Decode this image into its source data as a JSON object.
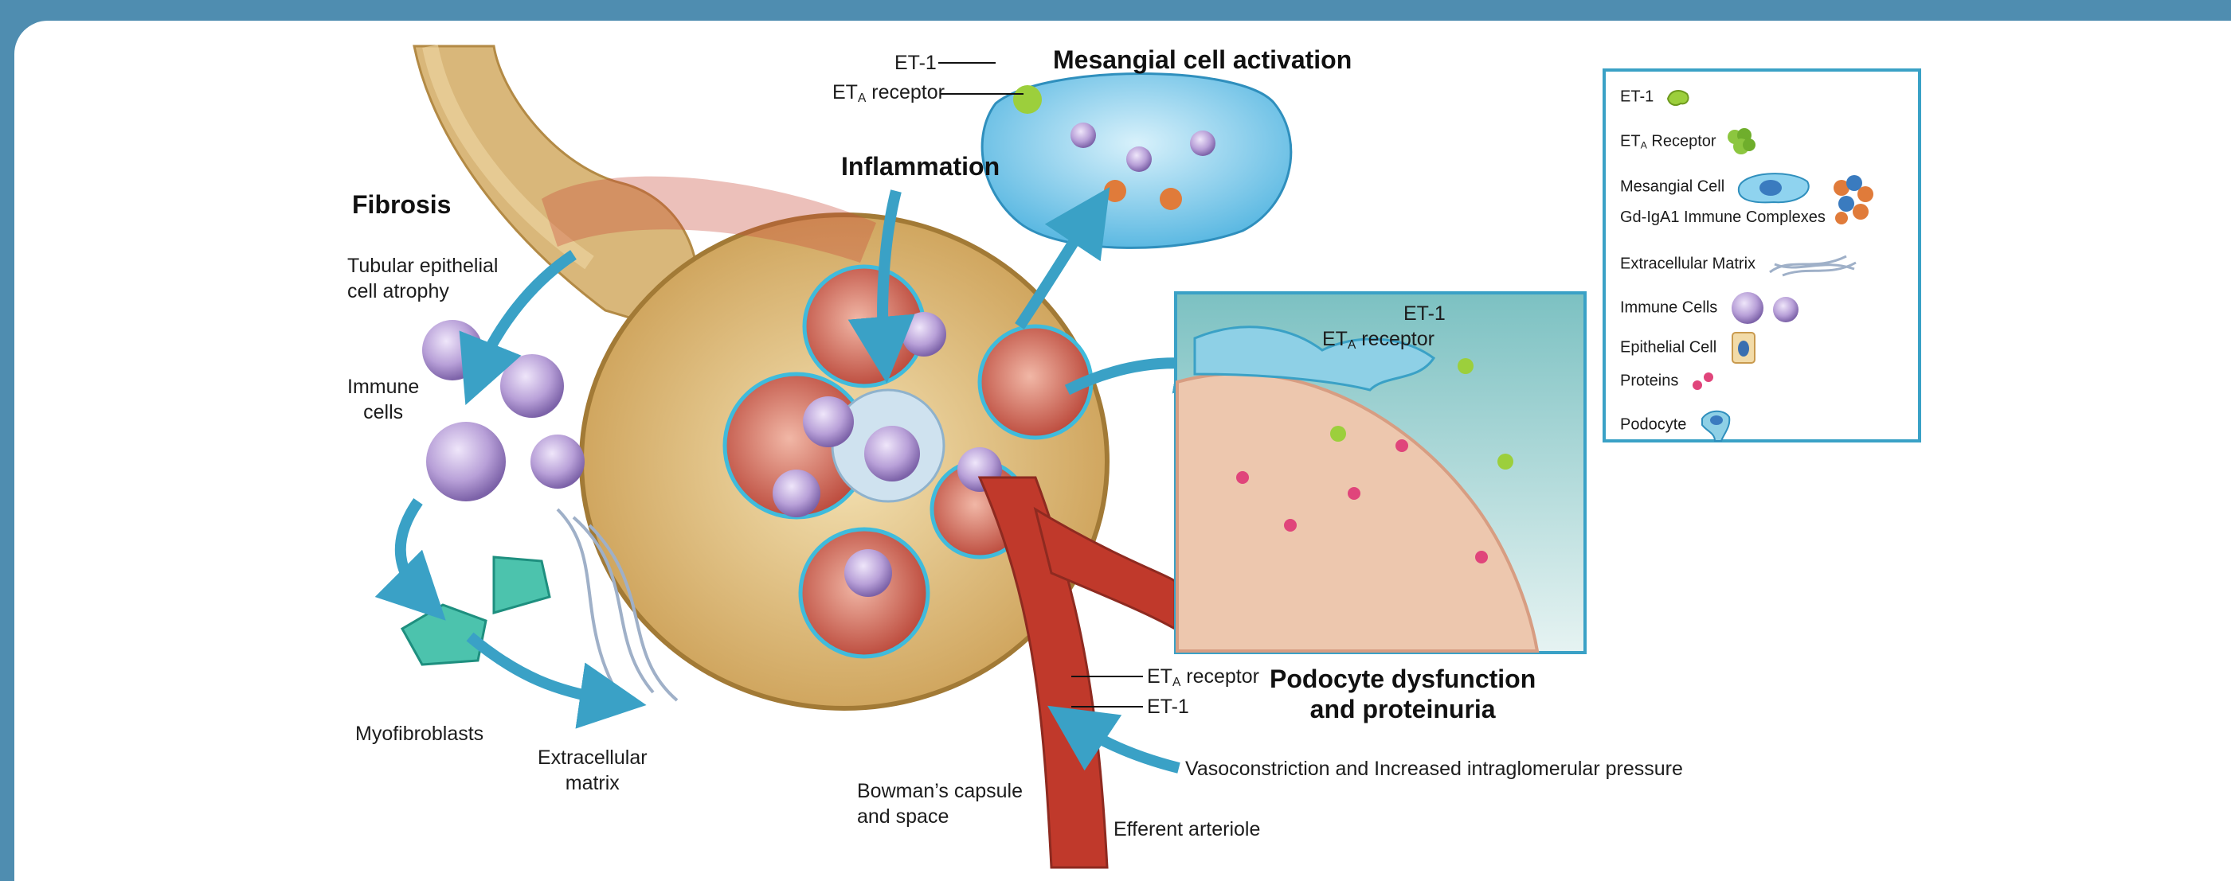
{
  "labels": {
    "mesangial_title": "Mesangial cell activation",
    "et1_top": "ET-1",
    "eta_top_prefix": "ET",
    "eta_top_sub": "A",
    "eta_top_suffix": " receptor",
    "inflammation_title": "Inflammation",
    "fibrosis_title": "Fibrosis",
    "tubular_atrophy": "Tubular epithelial cell atrophy",
    "tubular_atrophy_l1": "Tubular epithelial",
    "tubular_atrophy_l2": "cell atrophy",
    "immune_cells_l1": "Immune",
    "immune_cells_l2": "cells",
    "myofibroblasts": "Myofibroblasts",
    "ecm_l1": "Extracellular",
    "ecm_l2": "matrix",
    "bowman_l1": "Bowman’s capsule",
    "bowman_l2": "and space",
    "efferent": "Efferent arteriole",
    "vasoconstriction": "Vasoconstriction and Increased intraglomerular pressure",
    "eta_bottom_prefix": "ET",
    "eta_bottom_sub": "A",
    "eta_bottom_suffix": " receptor",
    "et1_bottom": "ET-1",
    "podocyte_title_l1": "Podocyte dysfunction",
    "podocyte_title_l2": "and proteinuria",
    "inset_et1": "ET-1",
    "inset_eta_prefix": "ET",
    "inset_eta_sub": "A",
    "inset_eta_suffix": " receptor"
  },
  "legend": {
    "items": [
      {
        "label": "ET-1",
        "icon": "et1-molecule-icon"
      },
      {
        "label_prefix": "ET",
        "label_sub": "A",
        "label_suffix": " Receptor",
        "icon": "eta-receptor-icon"
      },
      {
        "label": "Mesangial Cell",
        "icon": "mesangial-cell-icon"
      },
      {
        "label": "Gd-IgA1 Immune Complexes",
        "icon": "immune-complex-icon"
      },
      {
        "label": "Extracellular Matrix",
        "icon": "extracellular-matrix-icon"
      },
      {
        "label": "Immune Cells",
        "icon": "immune-cells-icon"
      },
      {
        "label": "Epithelial Cell",
        "icon": "epithelial-cell-icon"
      },
      {
        "label": "Proteins",
        "icon": "proteins-icon"
      },
      {
        "label": "Podocyte",
        "icon": "podocyte-icon"
      }
    ]
  },
  "colors": {
    "frame": "#4f8db0",
    "arrow": "#3aa1c6",
    "tubule": "#d9b77a",
    "capsule": "#c99a4e",
    "vessel": "#c0392b",
    "mesangial": "#8fd3ef",
    "immune": "#b9a3d6",
    "et1": "#9ccf3c",
    "protein": "#e0457b",
    "legend_border": "#3aa1c6"
  }
}
